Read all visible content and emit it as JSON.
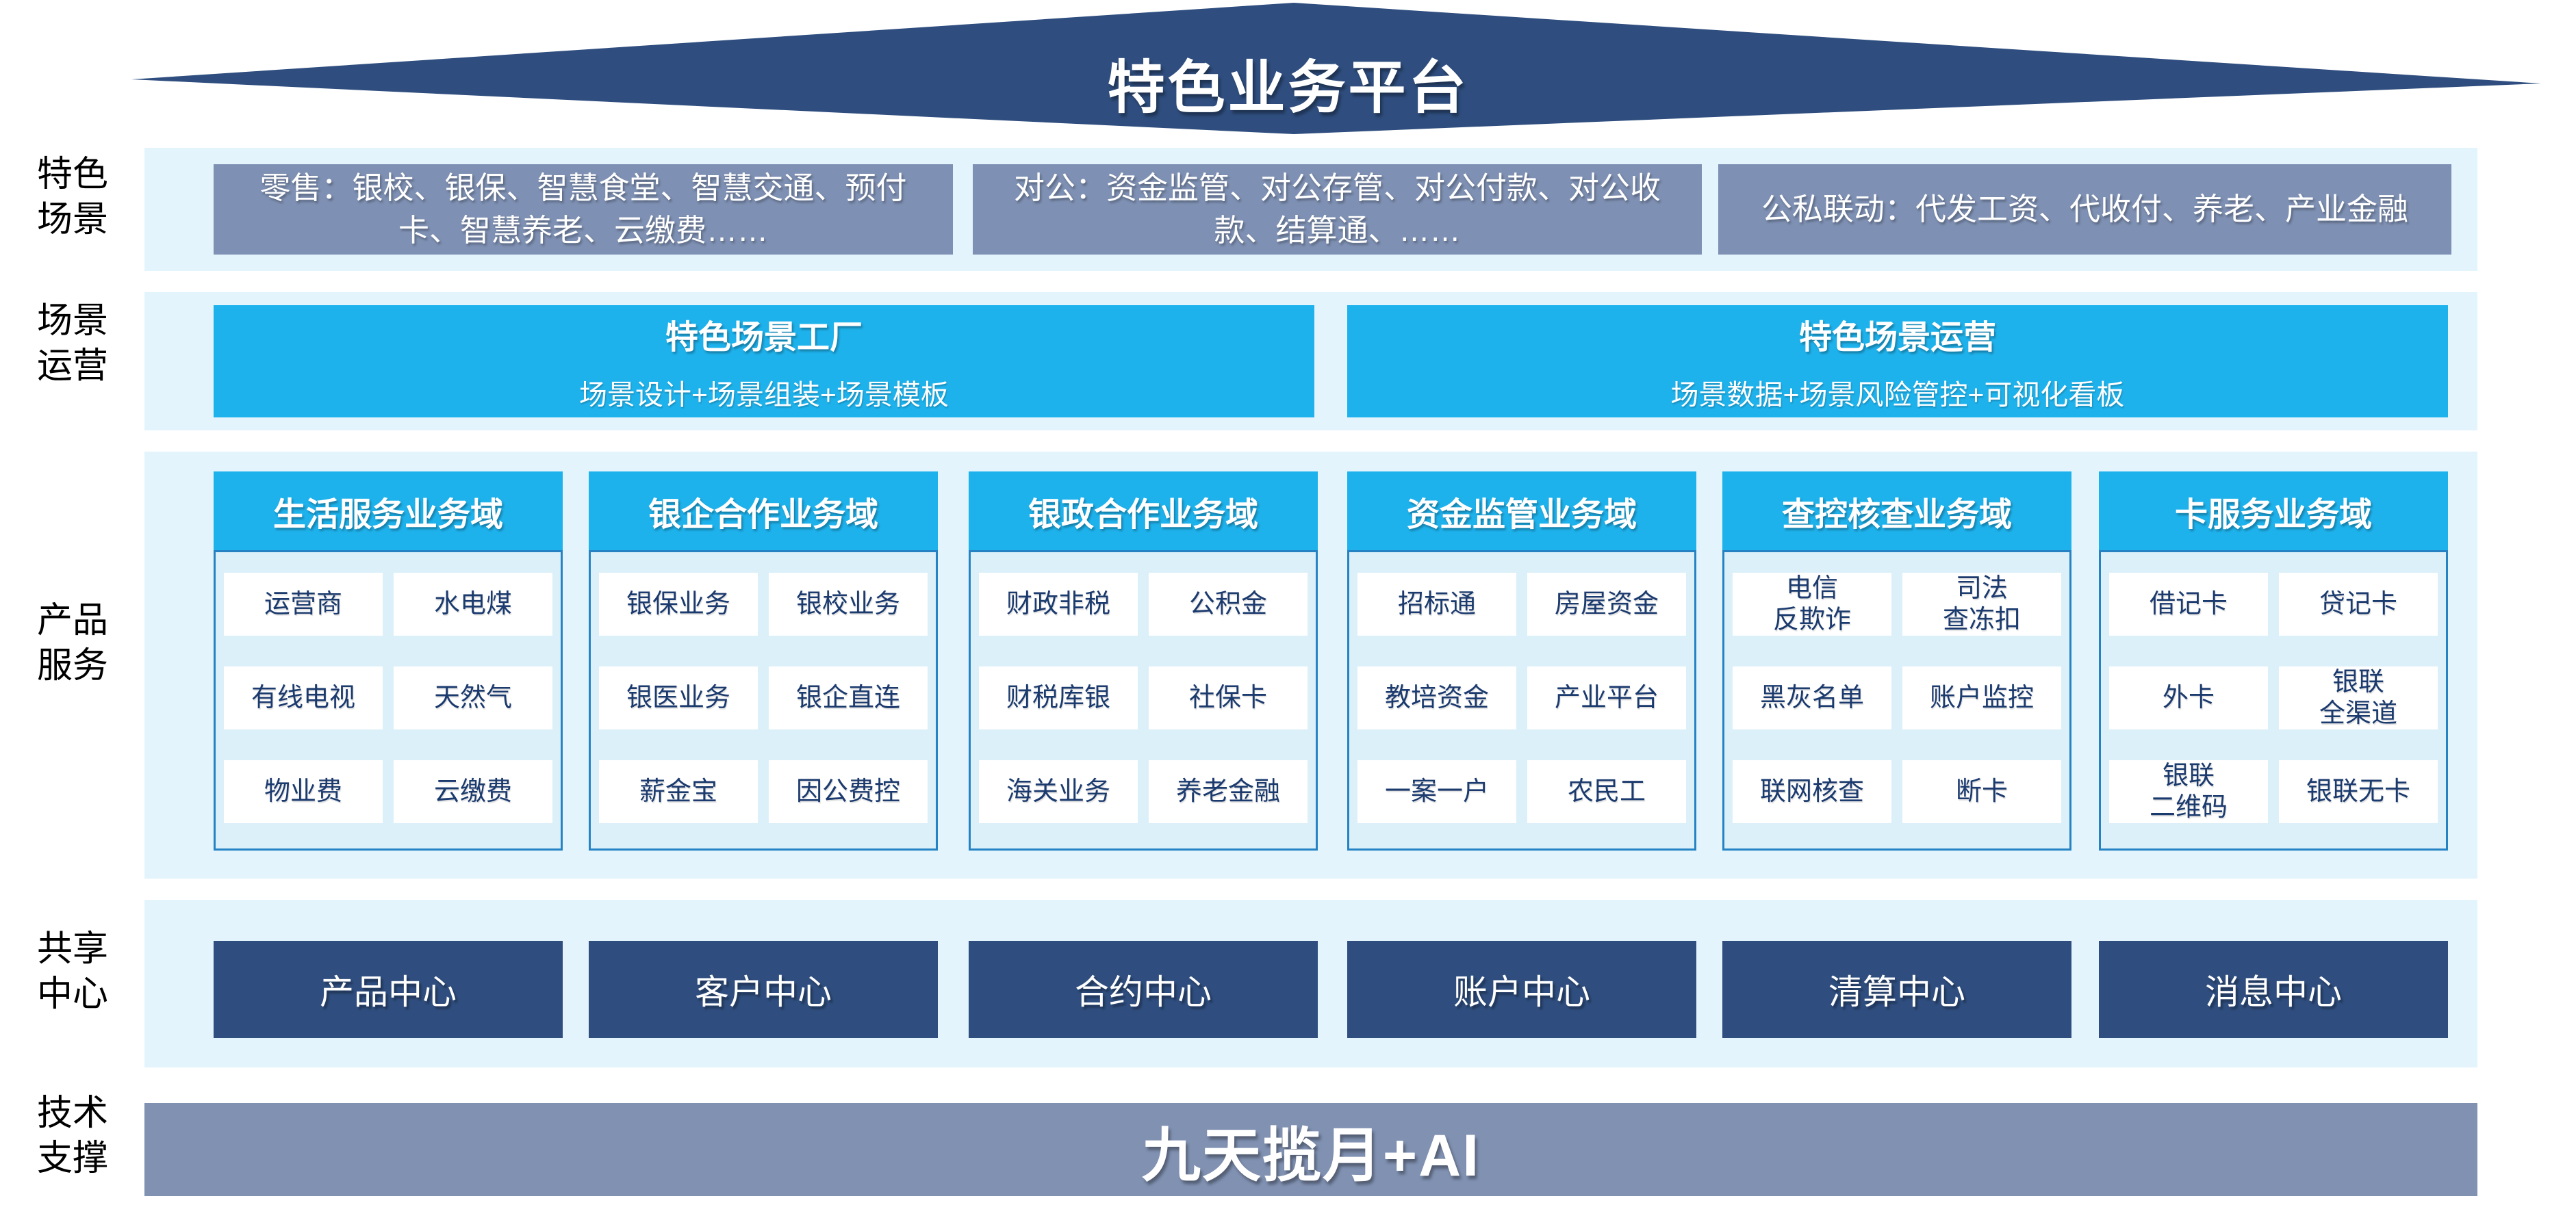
{
  "title": "特色业务平台",
  "left_labels": [
    "特色\n场景",
    "场景\n运营",
    "产品\n服务",
    "共享\n中心",
    "技术\n支撑"
  ],
  "scene_row": {
    "boxes": [
      "零售：银校、银保、智慧食堂、智慧交通、预付卡、智慧养老、云缴费……",
      "对公：资金监管、对公存管、对公付款、对公收款、结算通、……",
      "公私联动：代发工资、代收付、养老、产业金融"
    ]
  },
  "operation_row": {
    "boxes": [
      {
        "title": "特色场景工厂",
        "subtitle": "场景设计+场景组装+场景模板"
      },
      {
        "title": "特色场景运营",
        "subtitle": "场景数据+场景风险管控+可视化看板"
      }
    ]
  },
  "product_row": {
    "columns": [
      {
        "header": "生活服务业务域",
        "cells": [
          "运营商",
          "水电煤",
          "有线电视",
          "天然气",
          "物业费",
          "云缴费"
        ]
      },
      {
        "header": "银企合作业务域",
        "cells": [
          "银保业务",
          "银校业务",
          "银医业务",
          "银企直连",
          "薪金宝",
          "因公费控"
        ]
      },
      {
        "header": "银政合作业务域",
        "cells": [
          "财政非税",
          "公积金",
          "财税库银",
          "社保卡",
          "海关业务",
          "养老金融"
        ]
      },
      {
        "header": "资金监管业务域",
        "cells": [
          "招标通",
          "房屋资金",
          "教培资金",
          "产业平台",
          "一案一户",
          "农民工"
        ]
      },
      {
        "header": "查控核查业务域",
        "cells": [
          "电信\n反欺诈",
          "司法\n查冻扣",
          "黑灰名单",
          "账户监控",
          "联网核查",
          "断卡"
        ]
      },
      {
        "header": "卡服务业务域",
        "cells": [
          "借记卡",
          "贷记卡",
          "外卡",
          "银联\n全渠道",
          "银联\n二维码",
          "银联无卡"
        ]
      }
    ]
  },
  "shared_row": {
    "centers": [
      "产品中心",
      "客户中心",
      "合约中心",
      "账户中心",
      "清算中心",
      "消息中心"
    ]
  },
  "tech_row": {
    "platform": "九天揽月+AI"
  },
  "colors": {
    "roof_navy": "#2F4E7F",
    "scene_gray_blue": "#7E90B3",
    "cyan": "#1EB2EC",
    "band_light_blue": "#E3F4FD",
    "panel_light_blue": "#DCF0FA",
    "panel_border_blue": "#2583C4",
    "cell_text_navy": "#1B3A6E",
    "center_navy": "#2F4E7F",
    "tech_bar_gray_blue": "#8091B2"
  }
}
